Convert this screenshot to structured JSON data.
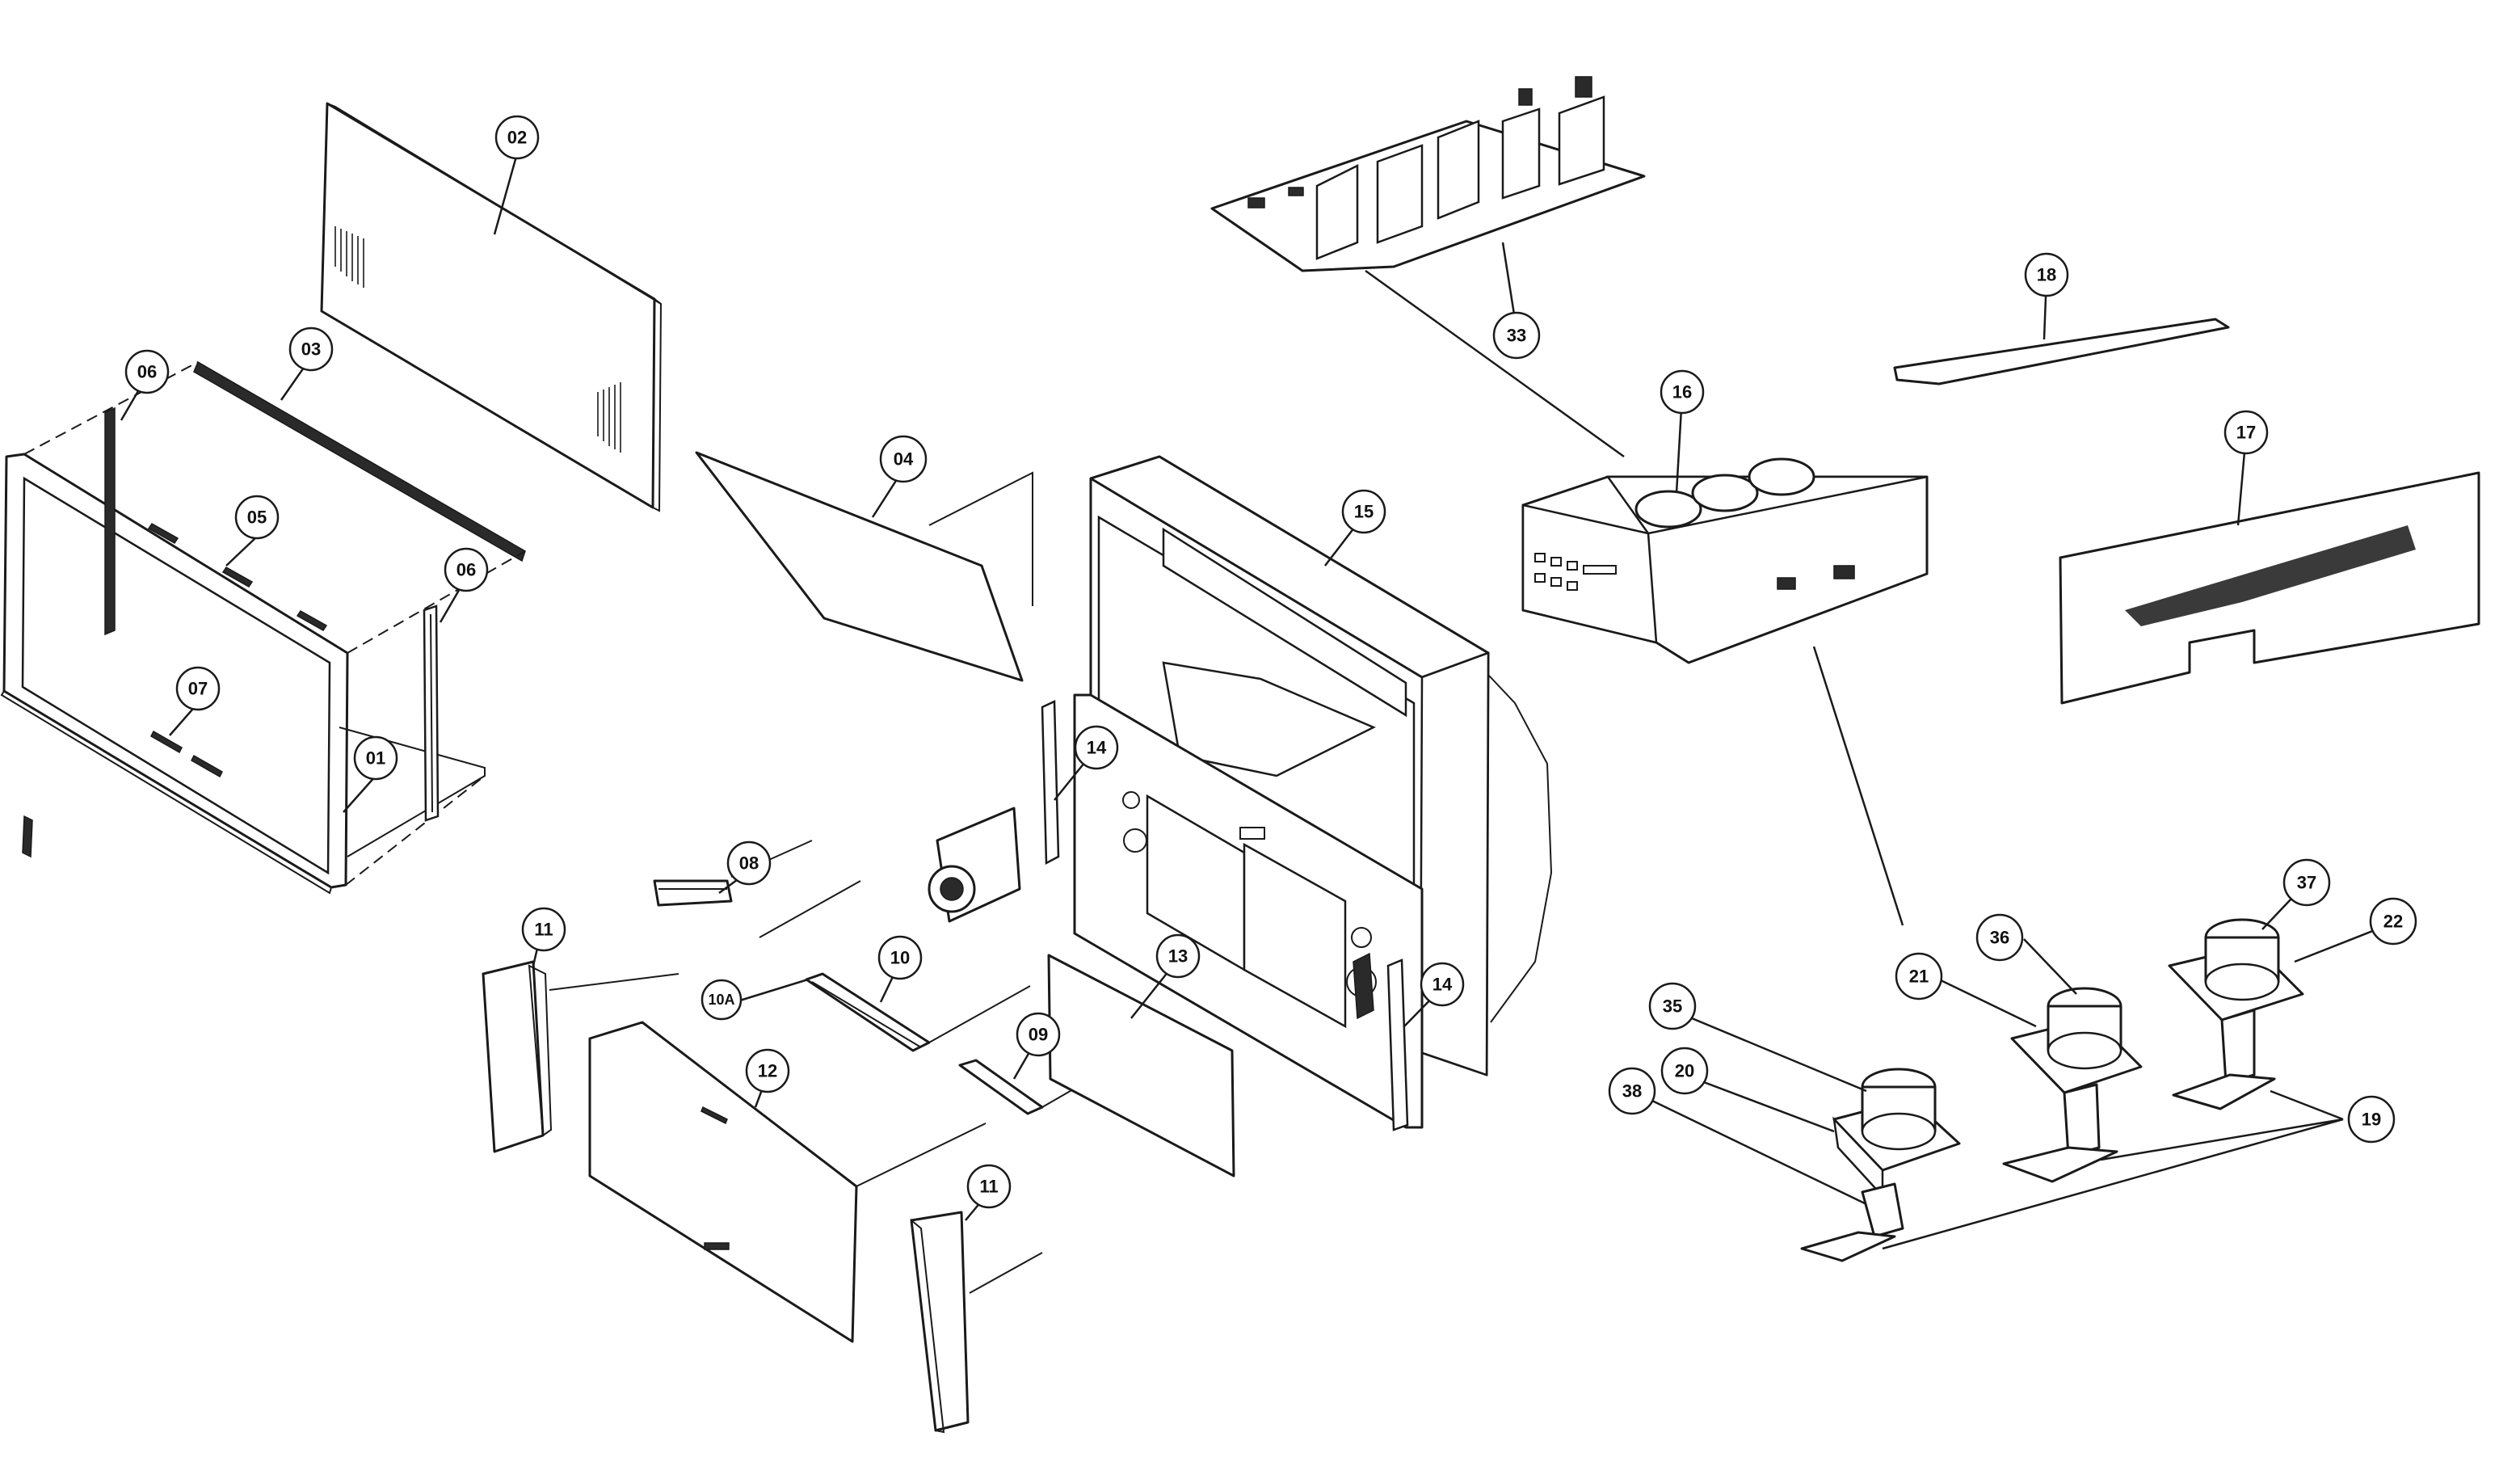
{
  "callouts": [
    {
      "id": "01",
      "label": "01"
    },
    {
      "id": "02",
      "label": "02"
    },
    {
      "id": "03",
      "label": "03"
    },
    {
      "id": "04",
      "label": "04"
    },
    {
      "id": "05",
      "label": "05"
    },
    {
      "id": "06a",
      "label": "06"
    },
    {
      "id": "06b",
      "label": "06"
    },
    {
      "id": "07",
      "label": "07"
    },
    {
      "id": "08",
      "label": "08"
    },
    {
      "id": "09",
      "label": "09"
    },
    {
      "id": "10",
      "label": "10"
    },
    {
      "id": "10A",
      "label": "10A"
    },
    {
      "id": "11a",
      "label": "11"
    },
    {
      "id": "11b",
      "label": "11"
    },
    {
      "id": "12",
      "label": "12"
    },
    {
      "id": "13",
      "label": "13"
    },
    {
      "id": "14a",
      "label": "14"
    },
    {
      "id": "14b",
      "label": "14"
    },
    {
      "id": "15",
      "label": "15"
    },
    {
      "id": "16",
      "label": "16"
    },
    {
      "id": "17",
      "label": "17"
    },
    {
      "id": "18",
      "label": "18"
    },
    {
      "id": "19",
      "label": "19"
    },
    {
      "id": "20",
      "label": "20"
    },
    {
      "id": "21",
      "label": "21"
    },
    {
      "id": "22",
      "label": "22"
    },
    {
      "id": "33",
      "label": "33"
    },
    {
      "id": "35",
      "label": "35"
    },
    {
      "id": "36",
      "label": "36"
    },
    {
      "id": "37",
      "label": "37"
    },
    {
      "id": "38",
      "label": "38"
    }
  ]
}
